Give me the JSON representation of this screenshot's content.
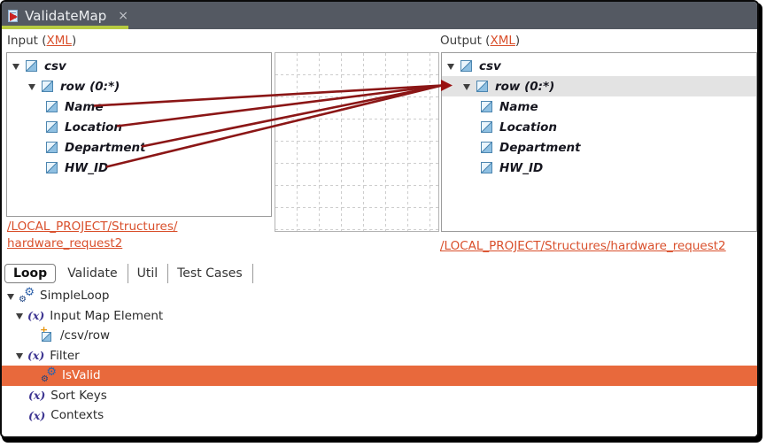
{
  "titlebar": {
    "tab_title": "ValidateMap",
    "close_label": "×"
  },
  "input": {
    "label_prefix": "Input (",
    "label_link": "XML",
    "label_suffix": ")",
    "tree": [
      {
        "label": "csv"
      },
      {
        "label": "row (0:*)"
      },
      {
        "label": "Name"
      },
      {
        "label": "Location"
      },
      {
        "label": "Department"
      },
      {
        "label": "HW_ID"
      }
    ],
    "structure_link_line1": "/LOCAL_PROJECT/Structures/",
    "structure_link_line2": "hardware_request2"
  },
  "output": {
    "label_prefix": "Output (",
    "label_link": "XML",
    "label_suffix": ")",
    "tree": [
      {
        "label": "csv"
      },
      {
        "label": "row (0:*)",
        "selected": true
      },
      {
        "label": "Name"
      },
      {
        "label": "Location"
      },
      {
        "label": "Department"
      },
      {
        "label": "HW_ID"
      }
    ],
    "structure_link": "/LOCAL_PROJECT/Structures/hardware_request2"
  },
  "mappings": [
    {
      "from": "Name",
      "to": "row (0:*)"
    },
    {
      "from": "Location",
      "to": "row (0:*)"
    },
    {
      "from": "Department",
      "to": "row (0:*)"
    },
    {
      "from": "HW_ID",
      "to": "row (0:*)"
    }
  ],
  "bottom_tabs": {
    "items": [
      {
        "label": "Loop",
        "active": true
      },
      {
        "label": "Validate",
        "active": false
      },
      {
        "label": "Util",
        "active": false
      },
      {
        "label": "Test Cases",
        "active": false
      }
    ]
  },
  "loop_tree": {
    "rows": [
      {
        "label": "SimpleLoop",
        "icon": "gears-icon"
      },
      {
        "label": "Input Map Element",
        "icon": "fx-icon"
      },
      {
        "label": "/csv/row",
        "icon": "map-element-icon"
      },
      {
        "label": "Filter",
        "icon": "fx-icon"
      },
      {
        "label": "IsValid",
        "icon": "gears-icon",
        "selected": true
      },
      {
        "label": "Sort Keys",
        "icon": "fx-icon"
      },
      {
        "label": "Contexts",
        "icon": "fx-icon"
      }
    ]
  },
  "icons": {
    "fx_glyph": "(x)",
    "gear_glyph": "⚙"
  },
  "colors": {
    "titlebar_bg": "#545962",
    "active_tab_underline": "#b6ca41",
    "mapping_line": "#8b1616",
    "link": "#d94f2b",
    "selection_orange": "#e8693c",
    "selected_row_gray": "#e3e3e3"
  }
}
